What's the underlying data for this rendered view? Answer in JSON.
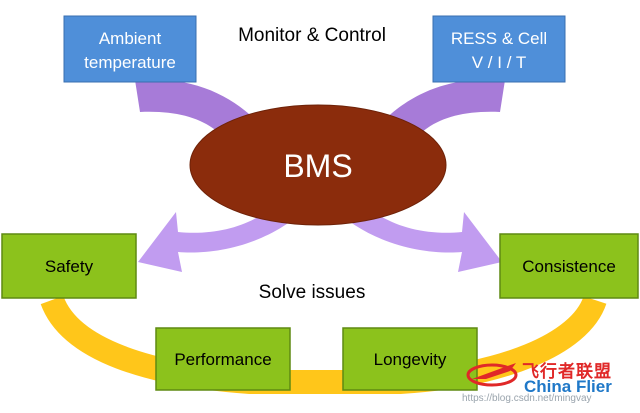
{
  "title_top": "Monitor & Control",
  "title_bottom": "Solve issues",
  "center": {
    "label": "BMS"
  },
  "inputs": [
    {
      "lines": [
        "Ambient",
        "temperature"
      ]
    },
    {
      "lines": [
        "RESS & Cell",
        "V / I / T"
      ]
    }
  ],
  "outputs": {
    "safety": "Safety",
    "consistence": "Consistence",
    "performance": "Performance",
    "longevity": "Longevity"
  },
  "watermark": {
    "logo_cn": "飞行者联盟",
    "logo_en": "China Flier",
    "url": "https://blog.csdn.net/mingvay"
  },
  "colors": {
    "input_box": "#4f8fd9",
    "center_ellipse": "#8b2c0c",
    "arrow_up": "#a77bd8",
    "arrow_down": "#c19cf0",
    "output_box": "#8cc21c",
    "ring": "#ffc61a"
  }
}
